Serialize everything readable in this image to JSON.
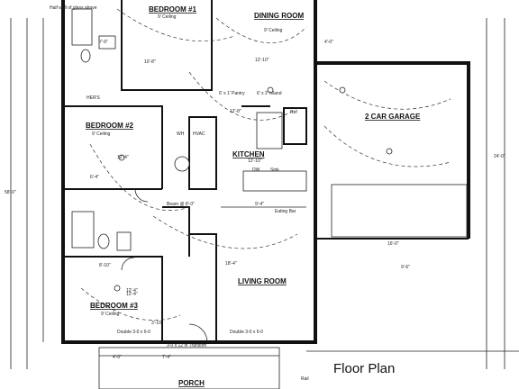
{
  "title": "Floor Plan",
  "rooms": {
    "bedroom1": {
      "name": "BEDROOM #1",
      "ceiling": "9' Ceiling"
    },
    "dining": {
      "name": "DINING ROOM",
      "ceiling": "9' Ceiling"
    },
    "bedroom2": {
      "name": "BEDROOM #2",
      "ceiling": "9' Ceiling"
    },
    "kitchen": {
      "name": "KITCHEN"
    },
    "garage": {
      "name": "2 CAR GARAGE"
    },
    "living": {
      "name": "LIVING ROOM"
    },
    "bedroom3": {
      "name": "BEDROOM #3",
      "ceiling": "9' Ceiling"
    },
    "porch": {
      "name": "PORCH"
    }
  },
  "labels": {
    "half_wall": "Half wall of glass above",
    "hers": "HER'S",
    "pantry": "6' x 1' Pantry",
    "island": "6' x 2' Island",
    "wh": "WH",
    "hvac": "HVAC",
    "dw": "DW",
    "sink": "Sink",
    "ref": "Ref",
    "eating_bar": "Eating Bar",
    "beam": "Beam @ 8'-0\"",
    "double_door_left": "Double 3-0 x 6-0",
    "double_door_right": "Double 3-0 x 6-0",
    "transom": "3-0 x 12 in Transom",
    "rail": "Rail"
  },
  "dims": {
    "d1": "10'-8\"",
    "d2": "12'-10\"",
    "d3": "12'-4\"",
    "d4": "12'-8\"",
    "d5": "12'-4\"",
    "d6": "12'-10\"",
    "d7": "18'-4\"",
    "d8": "16'-0\"",
    "d9": "9'-6\"",
    "d10": "8'-10\"",
    "d11": "12'-4\"",
    "d12": "9'-4\"",
    "d13": "6'-4\"",
    "d14": "58'-0\"",
    "d15": "24'-0\"",
    "d16": "4'-0\"",
    "d17": "7'-6\"",
    "d18": "7'-4\"",
    "d19": "4'-0\"",
    "d20": "3'-10\""
  }
}
